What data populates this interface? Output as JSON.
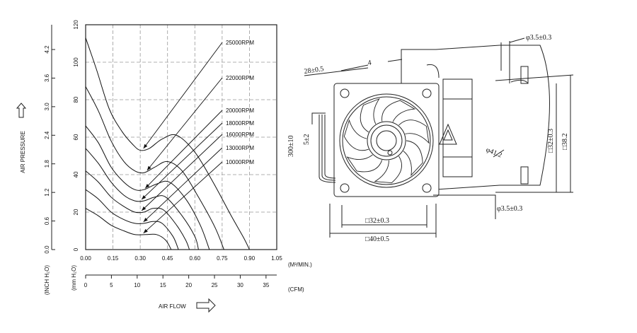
{
  "chart_data": {
    "type": "line",
    "title": "",
    "x_axis": {
      "label": "AIR FLOW",
      "primary": {
        "unit": "(M³/MIN.)",
        "min": 0,
        "max": 1.05,
        "ticks": [
          "0.00",
          "0.15",
          "0.30",
          "0.45",
          "0.60",
          "0.75",
          "0.90",
          "1.05"
        ]
      },
      "secondary": {
        "unit": "(CFM)",
        "min": 0,
        "max": 37.08,
        "ticks": [
          "0",
          "5",
          "10",
          "15",
          "20",
          "25",
          "30",
          "35"
        ]
      }
    },
    "y_axis": {
      "label": "AIR PRESSURE",
      "primary": {
        "unit": "(mm H₂O)",
        "min": 0,
        "max": 120,
        "ticks": [
          "0",
          "20",
          "40",
          "60",
          "80",
          "100",
          "120"
        ]
      },
      "secondary": {
        "unit": "(INCH H₂O)",
        "min": 0,
        "max": 4.72,
        "ticks": [
          "0.0",
          "0.6",
          "1.2",
          "1.8",
          "2.4",
          "3.0",
          "3.6",
          "4.2"
        ]
      }
    },
    "grid": true,
    "series": [
      {
        "name": "25000RPM",
        "points": [
          [
            0,
            113
          ],
          [
            0.06,
            96
          ],
          [
            0.13,
            75
          ],
          [
            0.2,
            63
          ],
          [
            0.26,
            56
          ],
          [
            0.3,
            53
          ],
          [
            0.35,
            54
          ],
          [
            0.42,
            59
          ],
          [
            0.5,
            61
          ],
          [
            0.6,
            52
          ],
          [
            0.7,
            36
          ],
          [
            0.8,
            18
          ],
          [
            0.87,
            6
          ],
          [
            0.9,
            0
          ]
        ]
      },
      {
        "name": "22000RPM",
        "points": [
          [
            0,
            87
          ],
          [
            0.07,
            74
          ],
          [
            0.14,
            58
          ],
          [
            0.21,
            47
          ],
          [
            0.27,
            42
          ],
          [
            0.32,
            41
          ],
          [
            0.38,
            44
          ],
          [
            0.45,
            47
          ],
          [
            0.53,
            42
          ],
          [
            0.62,
            28
          ],
          [
            0.71,
            12
          ],
          [
            0.76,
            0
          ]
        ]
      },
      {
        "name": "20000RPM",
        "points": [
          [
            0,
            66
          ],
          [
            0.07,
            57
          ],
          [
            0.14,
            44
          ],
          [
            0.21,
            36
          ],
          [
            0.27,
            32
          ],
          [
            0.32,
            32
          ],
          [
            0.39,
            35
          ],
          [
            0.46,
            36
          ],
          [
            0.55,
            27
          ],
          [
            0.63,
            13
          ],
          [
            0.68,
            0
          ]
        ]
      },
      {
        "name": "18000RPM",
        "points": [
          [
            0,
            54
          ],
          [
            0.07,
            46
          ],
          [
            0.14,
            36
          ],
          [
            0.21,
            29
          ],
          [
            0.27,
            26
          ],
          [
            0.32,
            26
          ],
          [
            0.38,
            28
          ],
          [
            0.44,
            28
          ],
          [
            0.53,
            18
          ],
          [
            0.6,
            7
          ],
          [
            0.62,
            0
          ]
        ]
      },
      {
        "name": "16000RPM",
        "points": [
          [
            0,
            42
          ],
          [
            0.07,
            36
          ],
          [
            0.14,
            28
          ],
          [
            0.21,
            23
          ],
          [
            0.27,
            20
          ],
          [
            0.32,
            20
          ],
          [
            0.37,
            22
          ],
          [
            0.43,
            21
          ],
          [
            0.5,
            13
          ],
          [
            0.55,
            5
          ],
          [
            0.57,
            0
          ]
        ]
      },
      {
        "name": "13000RPM",
        "points": [
          [
            0,
            32
          ],
          [
            0.07,
            27
          ],
          [
            0.14,
            20
          ],
          [
            0.21,
            16
          ],
          [
            0.27,
            14
          ],
          [
            0.32,
            14
          ],
          [
            0.37,
            15
          ],
          [
            0.42,
            14
          ],
          [
            0.48,
            7
          ],
          [
            0.51,
            0
          ]
        ]
      },
      {
        "name": "10000RPM",
        "points": [
          [
            0,
            22
          ],
          [
            0.07,
            18
          ],
          [
            0.14,
            13
          ],
          [
            0.21,
            10
          ],
          [
            0.27,
            8
          ],
          [
            0.33,
            8
          ],
          [
            0.39,
            8
          ],
          [
            0.44,
            5
          ],
          [
            0.47,
            0
          ]
        ]
      }
    ]
  },
  "drawing": {
    "dimensions": [
      "φ3.5±0.3",
      "28±0.5",
      "4",
      "300±10",
      "5±2",
      "□32±0.3",
      "□38.2",
      "φ41.2",
      "φ3.5±0.3",
      "□32±0.3",
      "□40±0.5"
    ]
  }
}
